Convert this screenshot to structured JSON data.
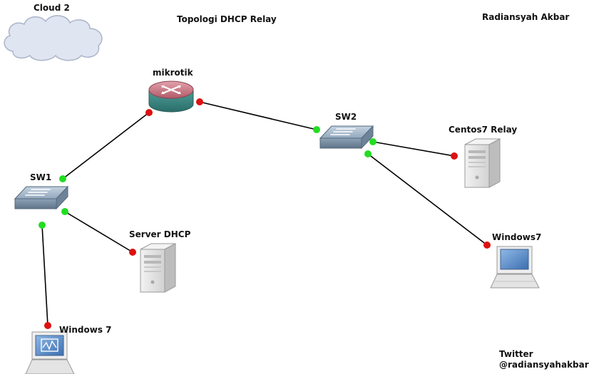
{
  "title": "Topologi DHCP Relay",
  "author": "Radiansyah Akbar",
  "twitter_label": "Twitter",
  "twitter_handle": "@radiansyahakbar",
  "nodes": {
    "cloud": "Cloud 2",
    "router": "mikrotik",
    "sw1": "SW1",
    "sw2": "SW2",
    "server_dhcp": "Server DHCP",
    "centos_relay": "Centos7 Relay",
    "windows7_right": "Windows7",
    "windows7_left": "Windows 7"
  },
  "links": [
    {
      "from": "router",
      "to": "sw1",
      "from_status": "down",
      "to_status": "up"
    },
    {
      "from": "router",
      "to": "sw2",
      "from_status": "down",
      "to_status": "up"
    },
    {
      "from": "sw1",
      "to": "server_dhcp",
      "from_status": "up",
      "to_status": "down"
    },
    {
      "from": "sw1",
      "to": "windows7_left",
      "from_status": "up",
      "to_status": "down"
    },
    {
      "from": "sw2",
      "to": "centos_relay",
      "from_status": "up",
      "to_status": "down"
    },
    {
      "from": "sw2",
      "to": "windows7_right",
      "from_status": "up",
      "to_status": "down"
    }
  ],
  "colors": {
    "link_up": "#22dd22",
    "link_down": "#dd1111",
    "link_line": "#000000",
    "router_top": "#c46a78",
    "router_base": "#3c8a85",
    "switch_body": "#8fa3b8",
    "server_body": "#e6e6e6",
    "screen": "#5b8fc8",
    "cloud": "#dde3f0"
  },
  "icons": {
    "cloud": "cloud-icon",
    "router": "router-icon",
    "switch": "switch-icon",
    "server": "server-icon",
    "workstation": "laptop-icon"
  }
}
